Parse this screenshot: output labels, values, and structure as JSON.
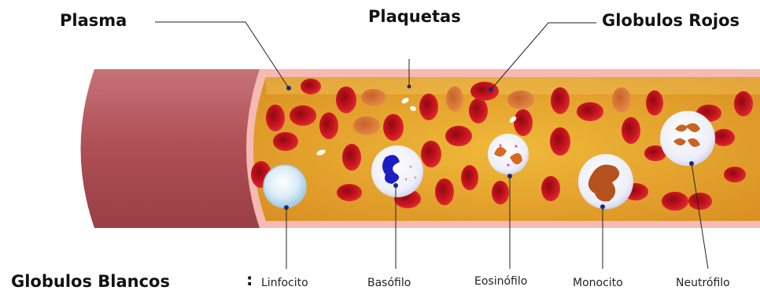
{
  "labels": {
    "plasma": "Plasma",
    "plaquetas": "Plaquetas",
    "globulos_rojos": "Globulos Rojos",
    "globulos_blancos": "Globulos Blancos",
    "colon": ":"
  },
  "white_cells": {
    "linfocito": "Linfocito",
    "basofilo": "Basófilo",
    "eosinofilo": "Eosinófilo",
    "monocito": "Monocito",
    "neutrofilo": "Neutrófilo"
  },
  "colors": {
    "vessel_outer": "#b2575b",
    "vessel_wall": "#f4b9b2",
    "plasma": "#e8a92e",
    "red_cell": "#c4141f",
    "red_cell_faded": "#d9772e",
    "white_cell": "#eef0fb"
  }
}
